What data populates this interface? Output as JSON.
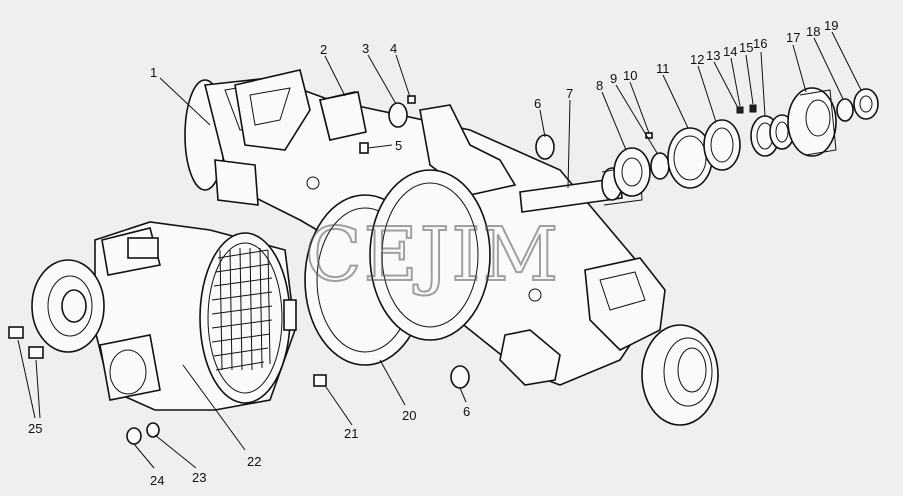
{
  "diagram": {
    "watermark": "CEJIM",
    "labels": [
      {
        "id": "1",
        "text": "1"
      },
      {
        "id": "2",
        "text": "2"
      },
      {
        "id": "3",
        "text": "3"
      },
      {
        "id": "4",
        "text": "4"
      },
      {
        "id": "5",
        "text": "5"
      },
      {
        "id": "6a",
        "text": "6"
      },
      {
        "id": "7",
        "text": "7"
      },
      {
        "id": "8",
        "text": "8"
      },
      {
        "id": "9",
        "text": "9"
      },
      {
        "id": "10",
        "text": "10"
      },
      {
        "id": "11",
        "text": "11"
      },
      {
        "id": "12",
        "text": "12"
      },
      {
        "id": "13",
        "text": "13"
      },
      {
        "id": "14",
        "text": "14"
      },
      {
        "id": "15",
        "text": "15"
      },
      {
        "id": "16",
        "text": "16"
      },
      {
        "id": "17",
        "text": "17"
      },
      {
        "id": "18",
        "text": "18"
      },
      {
        "id": "19",
        "text": "19"
      },
      {
        "id": "20",
        "text": "20"
      },
      {
        "id": "21",
        "text": "21"
      },
      {
        "id": "22",
        "text": "22"
      },
      {
        "id": "23",
        "text": "23"
      },
      {
        "id": "24",
        "text": "24"
      },
      {
        "id": "25",
        "text": "25"
      },
      {
        "id": "6b",
        "text": "6"
      }
    ]
  }
}
